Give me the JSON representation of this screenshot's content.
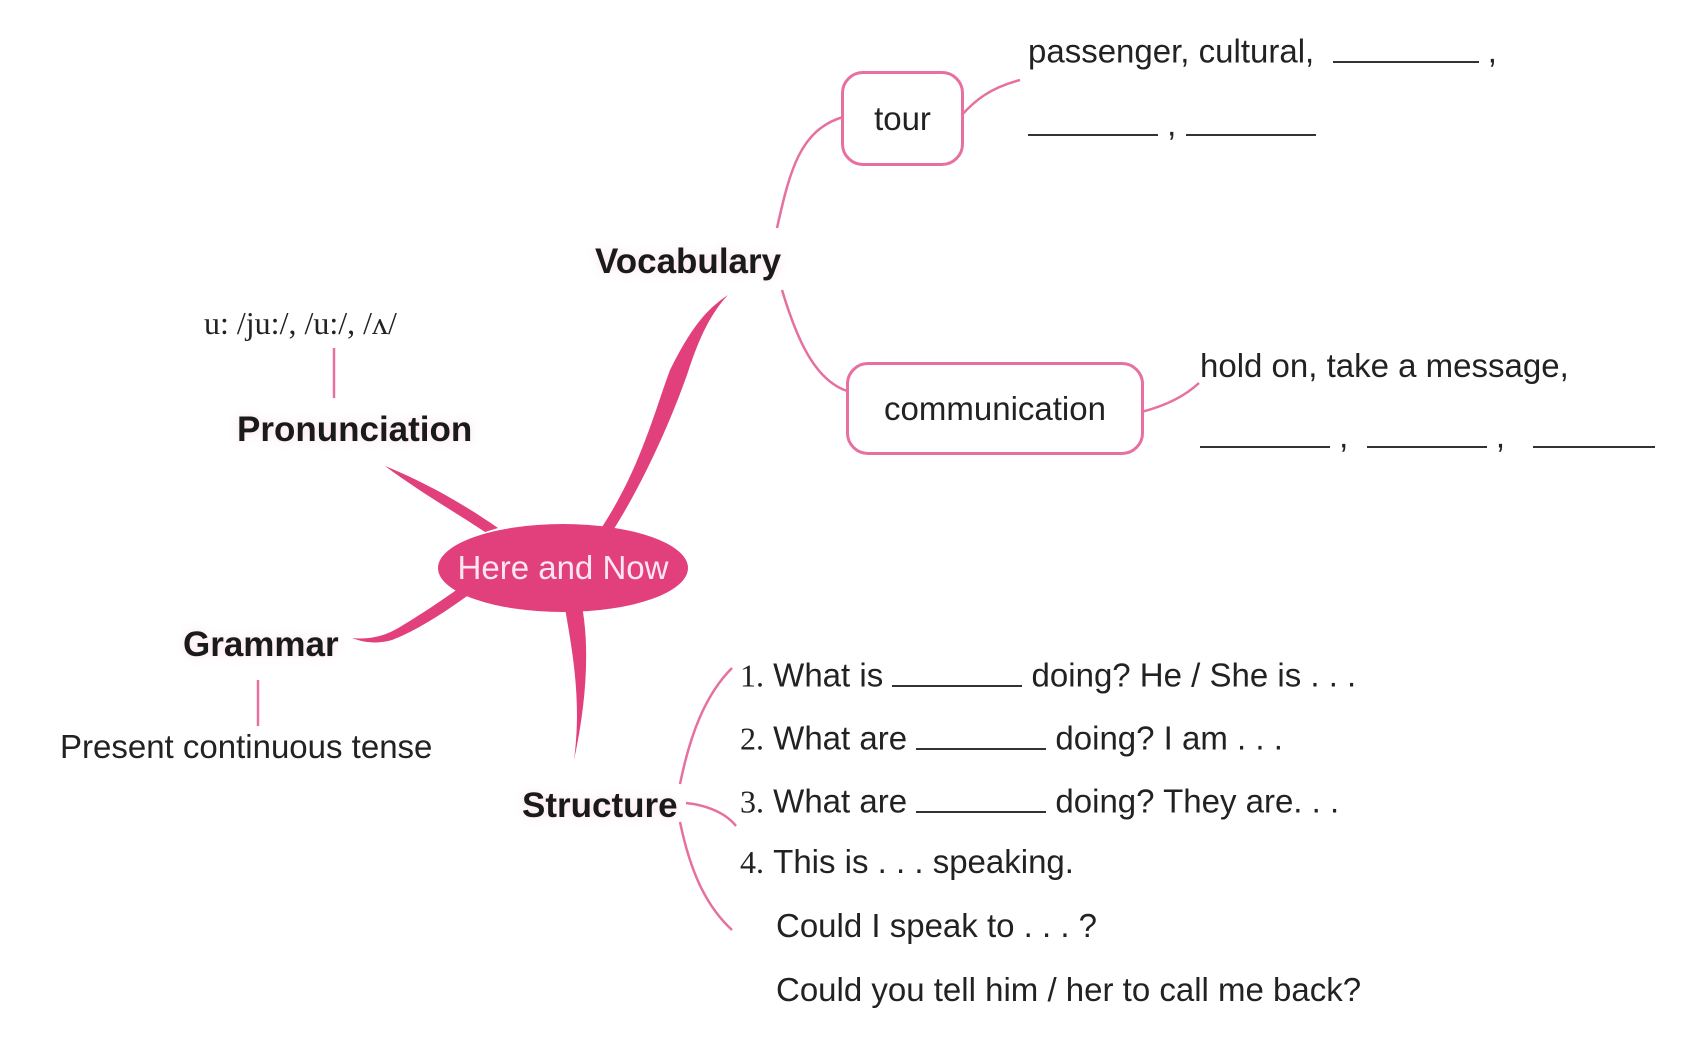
{
  "center": {
    "label": "Here and Now"
  },
  "vocabulary": {
    "label": "Vocabulary",
    "tour": {
      "label": "tour",
      "words": [
        "passenger",
        "cultural"
      ],
      "separator": ",",
      "trailing": ","
    },
    "communication": {
      "label": "communication",
      "phrases": [
        "hold on",
        "take a message"
      ],
      "separator": ",",
      "trailing": ","
    }
  },
  "pronunciation": {
    "label": "Pronunciation",
    "text": "u: /ju:/, /u:/, /ʌ/"
  },
  "grammar": {
    "label": "Grammar",
    "text": "Present continuous tense"
  },
  "structure": {
    "label": "Structure",
    "items": [
      {
        "num": "1.",
        "before": "What is",
        "after": "doing? He / She is . . ."
      },
      {
        "num": "2.",
        "before": "What are",
        "after": "doing? I am . . ."
      },
      {
        "num": "3.",
        "before": "What are",
        "after": "doing? They are. . ."
      },
      {
        "num": "4.",
        "text": "This is . . .  speaking."
      }
    ],
    "extra": [
      "Could I speak to . . . ?",
      "Could you tell him / her to call me back?"
    ]
  },
  "colors": {
    "accent": "#e2407d",
    "line": "#e6709f",
    "label_glow": "#fbe3ee"
  }
}
